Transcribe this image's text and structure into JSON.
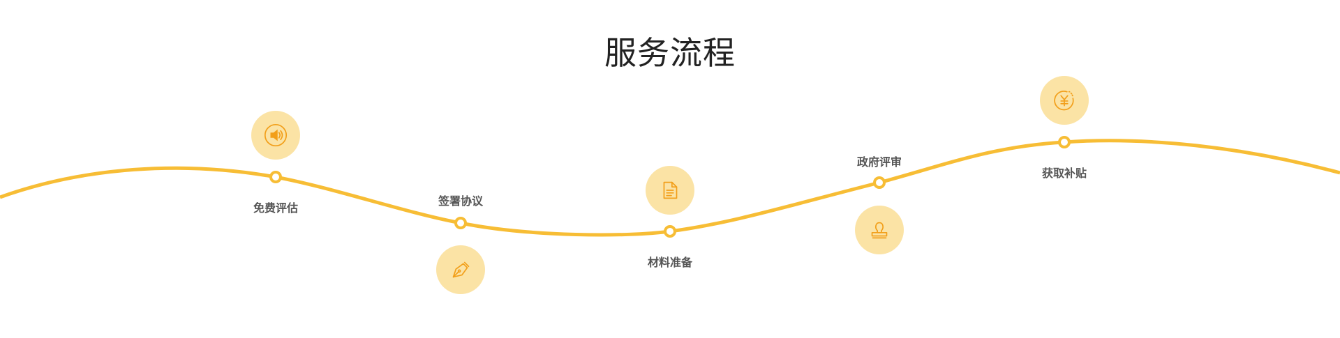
{
  "title": "服务流程",
  "colors": {
    "line": "#f7bd35",
    "icon_bg": "#fbe3a5",
    "icon_stroke": "#f29f1a"
  },
  "steps": [
    {
      "label": "免费评估",
      "icon": "speaker-icon"
    },
    {
      "label": "签署协议",
      "icon": "pen-nib-icon"
    },
    {
      "label": "材料准备",
      "icon": "document-icon"
    },
    {
      "label": "政府评审",
      "icon": "stamp-icon"
    },
    {
      "label": "获取补贴",
      "icon": "yuan-coin-icon"
    }
  ]
}
